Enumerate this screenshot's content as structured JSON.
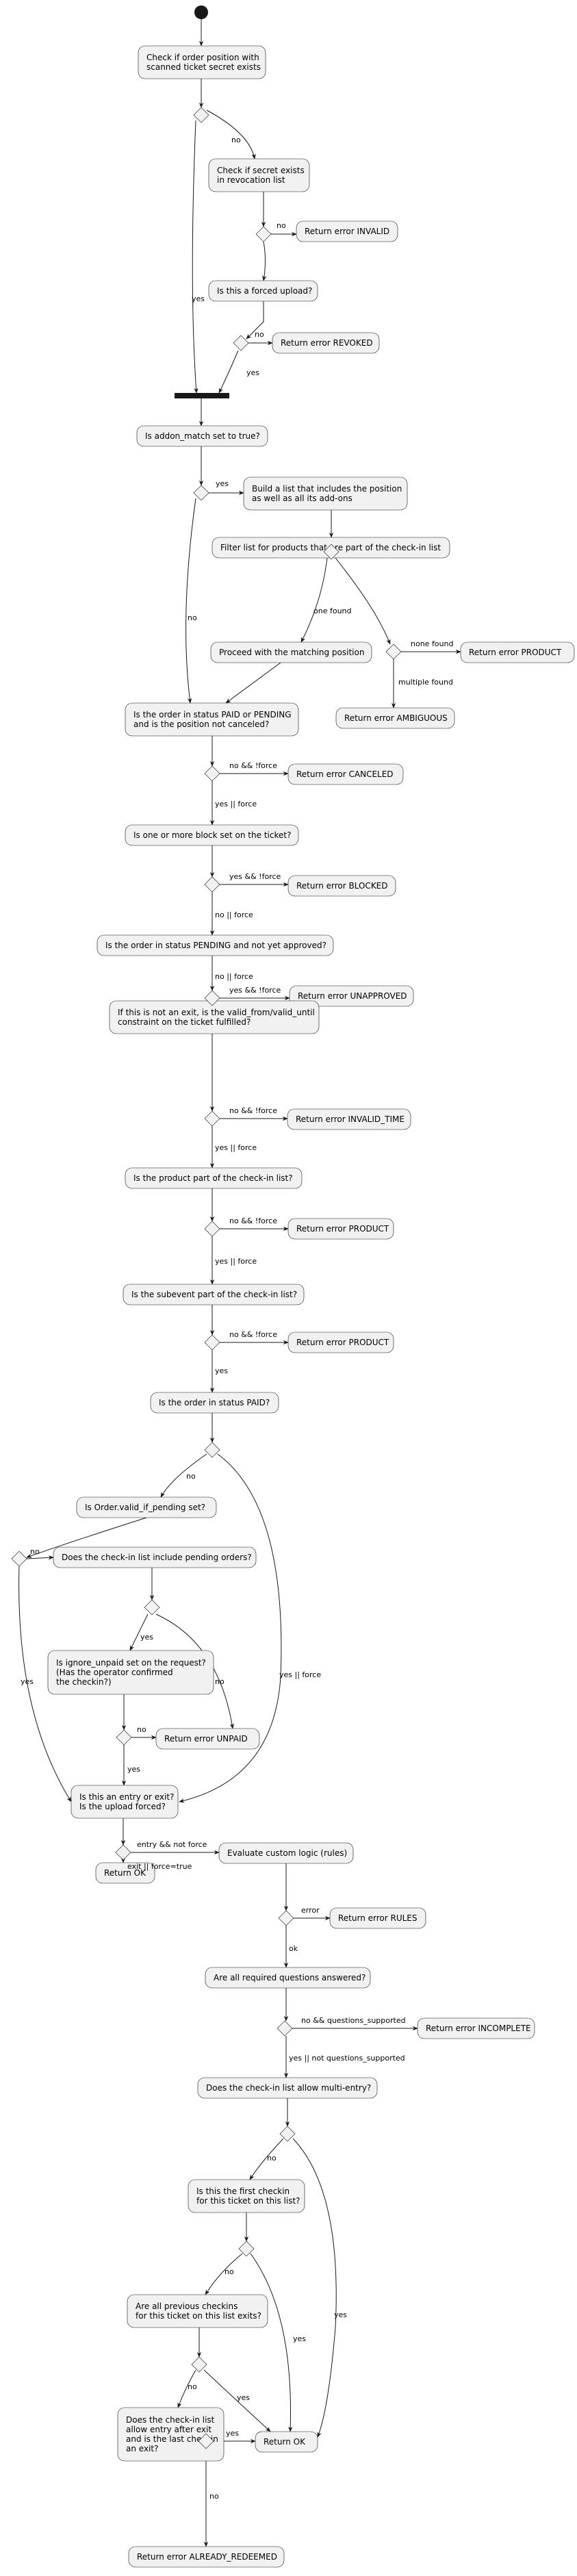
{
  "nodes": {
    "n1": [
      "Check if order position with",
      "scanned ticket secret exists"
    ],
    "n2": [
      "Check if secret exists",
      "in revocation list"
    ],
    "r_invalid": [
      "Return error INVALID"
    ],
    "n3": [
      "Is this a forced upload?"
    ],
    "r_revoked": [
      "Return error REVOKED"
    ],
    "n4": [
      "Is addon_match set to true?"
    ],
    "n5": [
      "Build a list that includes the position",
      "as well as all its add-ons"
    ],
    "n6": [
      "Filter list for products that are part of the check-in list"
    ],
    "n7": [
      "Proceed with the matching position"
    ],
    "r_product1": [
      "Return error PRODUCT"
    ],
    "r_ambiguous": [
      "Return error AMBIGUOUS"
    ],
    "n8": [
      "Is the order in status PAID or PENDING",
      "and is the position not canceled?"
    ],
    "r_canceled": [
      "Return error CANCELED"
    ],
    "n9": [
      "Is one or more block set on the ticket?"
    ],
    "r_blocked": [
      "Return error BLOCKED"
    ],
    "n10": [
      "Is the order in status PENDING and not yet approved?"
    ],
    "r_unapproved": [
      "Return error UNAPPROVED"
    ],
    "n11": [
      "If this is not an exit, is the valid_from/valid_until",
      "constraint on the ticket fulfilled?"
    ],
    "r_invalid_time": [
      "Return error INVALID_TIME"
    ],
    "n12": [
      "Is the product part of the check-in list?"
    ],
    "r_product2": [
      "Return error PRODUCT"
    ],
    "n13": [
      "Is the subevent part of the check-in list?"
    ],
    "r_product3": [
      "Return error PRODUCT"
    ],
    "n14": [
      "Is the order in status PAID?"
    ],
    "n15": [
      "Is Order.valid_if_pending set?"
    ],
    "n16": [
      "Does the check-in list include pending orders?"
    ],
    "n17": [
      "Is ignore_unpaid set on the request?",
      "(Has the operator confirmed",
      "the checkin?)"
    ],
    "r_unpaid": [
      "Return error UNPAID"
    ],
    "n18": [
      "Is this an entry or exit?",
      "Is the upload forced?"
    ],
    "r_ok1": [
      "Return OK"
    ],
    "n19": [
      "Evaluate custom logic (rules)"
    ],
    "r_rules": [
      "Return error RULES"
    ],
    "n20": [
      "Are all required questions answered?"
    ],
    "r_incomplete": [
      "Return error INCOMPLETE"
    ],
    "n21": [
      "Does the check-in list allow multi-entry?"
    ],
    "n22": [
      "Is this the first checkin",
      "for this ticket on this list?"
    ],
    "n23": [
      "Are all previous checkins",
      "for this ticket on this list exits?"
    ],
    "n24": [
      "Does the check-in list",
      "allow entry after exit",
      "and is the last checkin",
      "an exit?"
    ],
    "r_ok2": [
      "Return OK"
    ],
    "r_already": [
      "Return error ALREADY_REDEEMED"
    ]
  },
  "edge_labels": {
    "d1_no": "no",
    "d1_yes": "yes",
    "d2_no": "no",
    "d3_no": "no",
    "d3_yes": "yes",
    "d4_yes": "yes",
    "d4_no": "no",
    "d5_one": "one found",
    "d5_none": "none found",
    "d5_multiple": "multiple found",
    "d6_no": "no && !force",
    "d6_yes": "yes || force",
    "d7_yes": "yes && !force",
    "d7_no": "no || force",
    "d8_yes": "yes && !force",
    "d8_no": "no || force",
    "d9_no": "no && !force",
    "d9_yes": "yes || force",
    "d10_no": "no && !force",
    "d10_yes": "yes || force",
    "d11_no": "no && !force",
    "d11_yes": "yes",
    "d12_no": "no",
    "d12_yes": "yes || force",
    "d13_no": "no",
    "d13_yes": "yes",
    "d14_yes": "yes",
    "d14_no": "no",
    "d15_no": "no",
    "d15_yes": "yes",
    "d16_entry": "entry && not force",
    "d16_exit": "exit || force=true",
    "d17_error": "error",
    "d17_ok": "ok",
    "d18_no": "no && questions_supported",
    "d18_yes": "yes || not questions_supported",
    "d19_no": "no",
    "d19_yes": "yes",
    "d20_no": "no",
    "d20_yes": "yes",
    "d21_no": "no",
    "d21_yes": "yes",
    "d22_yes": "yes",
    "d22_no": "no"
  }
}
